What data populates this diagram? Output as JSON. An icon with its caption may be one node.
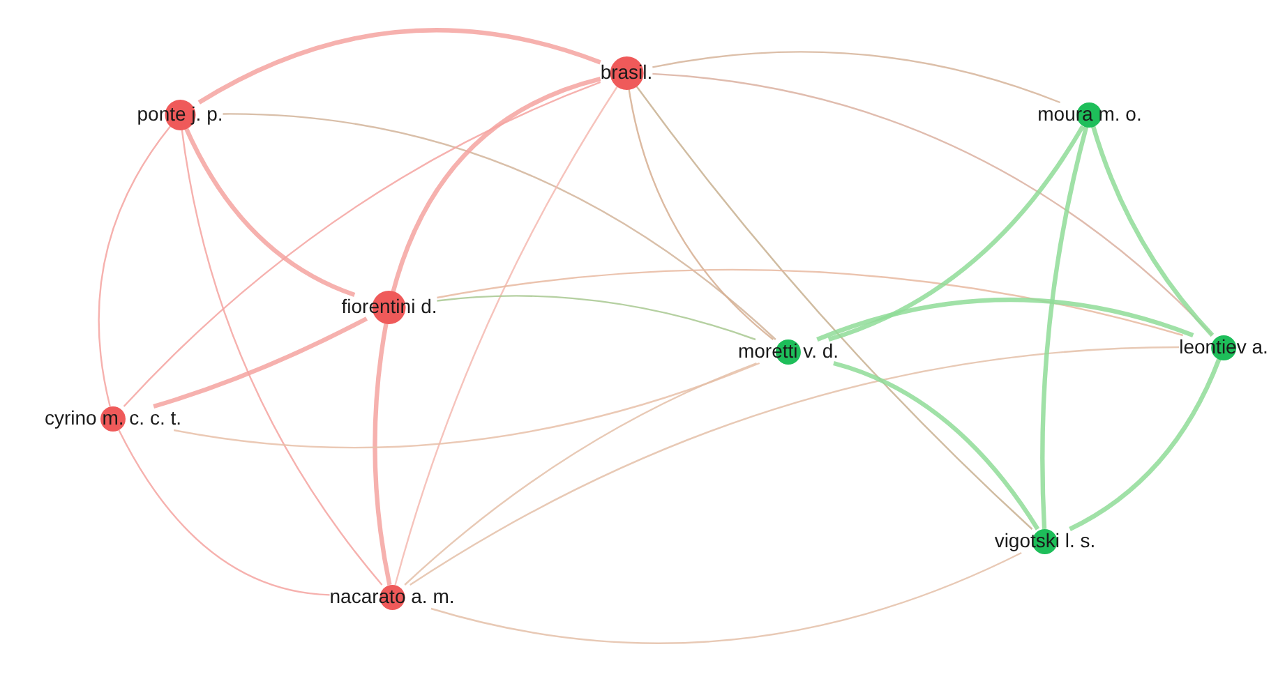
{
  "diagram": {
    "nodes": [
      {
        "text": [
          "brasil."
        ]
      },
      {
        "text": [
          "ponte j. p."
        ]
      },
      {
        "text": [
          "moura m. o."
        ]
      },
      {
        "text": [
          "fiorentini d."
        ]
      },
      {
        "text": [
          "moretti v. d."
        ]
      },
      {
        "text": [
          "leontiev a."
        ]
      },
      {
        "text": [
          "cyrino m. c. c. t."
        ]
      },
      {
        "text": [
          "vigotski l. s."
        ]
      },
      {
        "text": [
          "nacarato a. m."
        ]
      }
    ],
    "edges": [
      {
        "from": 1,
        "to": 0,
        "arrow": "none",
        "style": "thick",
        "color": "#f4a3a0"
      },
      {
        "from": 1,
        "to": 3,
        "arrow": "none",
        "style": "thick",
        "color": "#f4a3a0"
      },
      {
        "from": 1,
        "to": 6,
        "arrow": "none",
        "color": "#f4a3a0"
      },
      {
        "from": 1,
        "to": 8,
        "arrow": "none",
        "color": "#f4a3a0"
      },
      {
        "from": 1,
        "to": 4,
        "arrow": "none",
        "color": "#d2b49a"
      },
      {
        "from": 0,
        "to": 3,
        "arrow": "none",
        "style": "thick",
        "color": "#f4a3a0"
      },
      {
        "from": 0,
        "to": 6,
        "arrow": "none",
        "color": "#f4a3a0"
      },
      {
        "from": 0,
        "to": 8,
        "arrow": "none",
        "color": "#f4b8b0"
      },
      {
        "from": 0,
        "to": 2,
        "arrow": "none",
        "color": "#d6b49a"
      },
      {
        "from": 0,
        "to": 5,
        "arrow": "none",
        "color": "#dab0a0"
      },
      {
        "from": 0,
        "to": 4,
        "arrow": "none",
        "color": "#d6ae90"
      },
      {
        "from": 0,
        "to": 7,
        "arrow": "none",
        "color": "#c8b090"
      },
      {
        "from": 3,
        "to": 6,
        "arrow": "none",
        "style": "thick",
        "color": "#f4a3a0"
      },
      {
        "from": 3,
        "to": 8,
        "arrow": "none",
        "style": "thick",
        "color": "#f4a3a0"
      },
      {
        "from": 3,
        "to": 4,
        "arrow": "none",
        "color": "#a8c890"
      },
      {
        "from": 3,
        "to": 5,
        "arrow": "none",
        "color": "#e8b8a0"
      },
      {
        "from": 6,
        "to": 8,
        "arrow": "none",
        "color": "#f4a3a0"
      },
      {
        "from": 6,
        "to": 4,
        "arrow": "none",
        "color": "#e8c0a8"
      },
      {
        "from": 8,
        "to": 4,
        "arrow": "none",
        "color": "#e4c0a8"
      },
      {
        "from": 8,
        "to": 7,
        "arrow": "none",
        "color": "#e4c0a8"
      },
      {
        "from": 8,
        "to": 5,
        "arrow": "none",
        "color": "#e4c0a8"
      },
      {
        "from": 2,
        "to": 4,
        "arrow": "none",
        "style": "thick",
        "color": "#8fdc98"
      },
      {
        "from": 2,
        "to": 5,
        "arrow": "none",
        "style": "thick",
        "color": "#8fdc98"
      },
      {
        "from": 2,
        "to": 7,
        "arrow": "none",
        "style": "thick",
        "color": "#8fdc98"
      },
      {
        "from": 4,
        "to": 5,
        "arrow": "none",
        "style": "thick",
        "color": "#8fdc98"
      },
      {
        "from": 4,
        "to": 7,
        "arrow": "none",
        "style": "thick",
        "color": "#8fdc98"
      },
      {
        "from": 5,
        "to": 7,
        "arrow": "none",
        "style": "thick",
        "color": "#8fdc98"
      }
    ]
  }
}
